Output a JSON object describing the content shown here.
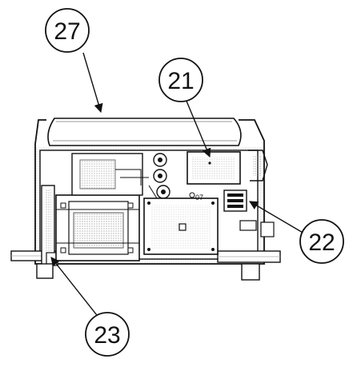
{
  "diagram": {
    "callouts": [
      {
        "id": "callout-27",
        "label": "27"
      },
      {
        "id": "callout-21",
        "label": "21"
      },
      {
        "id": "callout-22",
        "label": "22"
      },
      {
        "id": "callout-23",
        "label": "23"
      }
    ],
    "colors": {
      "line": "#111111",
      "background": "#ffffff",
      "shade": "#d9d9d9"
    }
  }
}
